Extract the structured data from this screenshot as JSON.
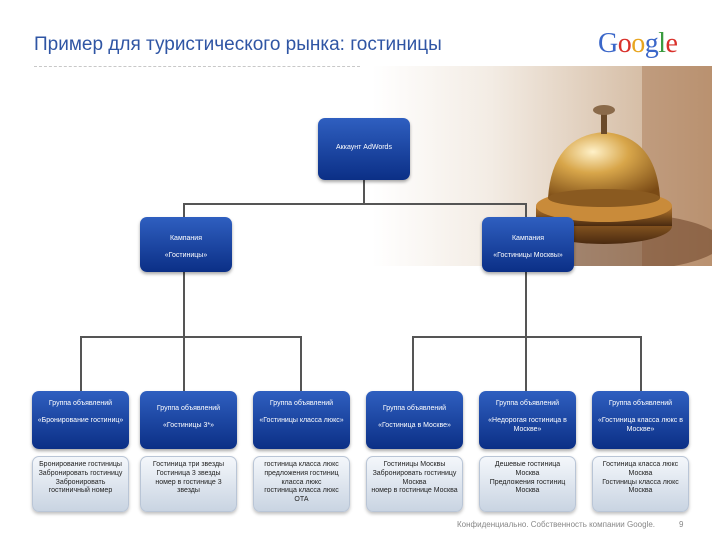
{
  "header": {
    "title": "Пример для туристического рынка: гостиницы"
  },
  "logo": {
    "text": "Google",
    "letters": [
      {
        "ch": "G",
        "color": "#3b67c9"
      },
      {
        "ch": "o",
        "color": "#d9312b"
      },
      {
        "ch": "o",
        "color": "#e8a51f"
      },
      {
        "ch": "g",
        "color": "#3b67c9"
      },
      {
        "ch": "l",
        "color": "#3a9b3f"
      },
      {
        "ch": "e",
        "color": "#d9312b"
      }
    ]
  },
  "tree": {
    "root": {
      "label": "Аккаунт AdWords"
    },
    "campaigns": [
      {
        "title": "Кампания",
        "name": "«Гостиницы»"
      },
      {
        "title": "Кампания",
        "name": "«Гостиницы Москвы»"
      }
    ],
    "groups": [
      {
        "title": "Группа объявлений",
        "name": "«Бронирование гостиниц»",
        "keywords": "Бронирование гостиницы\nЗабронировать гостиницу\nЗабронировать гостиничный номер"
      },
      {
        "title": "Группа объявлений",
        "name": "«Гостиницы 3*»",
        "keywords": "Гостиница три звезды\nГостиница 3 звезды\nномер в гостинице 3 звезды"
      },
      {
        "title": "Группа объявлений",
        "name": "«Гостиницы класса люкс»",
        "keywords": "гостиница класса люкс\nпредложения гостиниц класса люкс\nгостиница класса люкс ОТА"
      },
      {
        "title": "Группа объявлений",
        "name": "«Гостиница в Москве»",
        "keywords": "Гостиницы Москвы\nЗабронировать гостиницу Москва\nномер в гостинице Москва"
      },
      {
        "title": "Группа объявлений",
        "name": "«Недорогая гостиница в Москве»",
        "keywords": "Дешевые гостиница Москва\nПредложения гостиниц Москва"
      },
      {
        "title": "Группа объявлений",
        "name": "«Гостиница класса люкс в Москве»",
        "keywords": "Гостиница класса люкс Москва\nГостиницы класса люкс Москва"
      }
    ]
  },
  "footer": {
    "confidential": "Конфиденциально. Собственность компании Google.",
    "page": "9"
  }
}
